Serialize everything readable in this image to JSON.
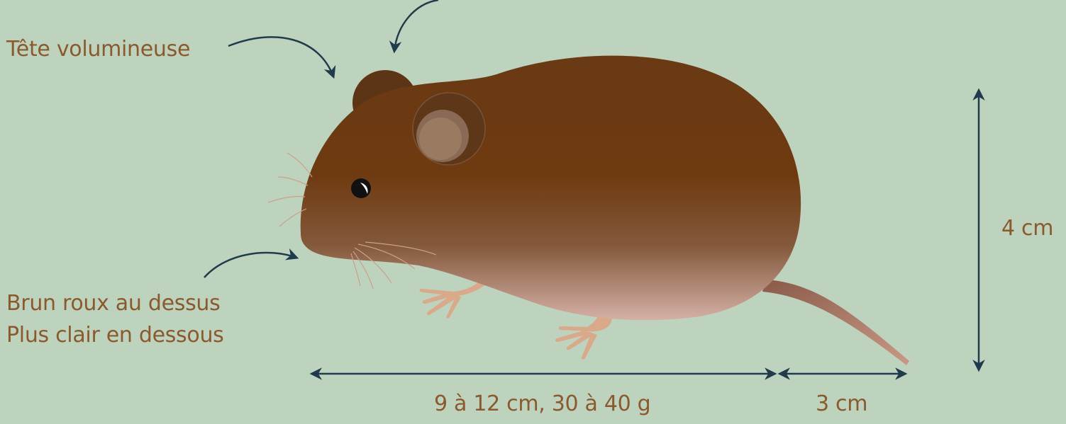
{
  "annotations": {
    "head": "Tête volumineuse",
    "fur_top": "Brun roux au dessus",
    "fur_bottom": "Plus clair en dessous"
  },
  "measurements": {
    "height": "4 cm",
    "body": "9 à 12 cm,  30 à 40 g",
    "tail": "3 cm"
  },
  "colors": {
    "background": "#bed3bd",
    "fur_dark": "#6b3812",
    "fur_belly": "#cfaaa0",
    "arrow": "#1f3b4d",
    "text": "#8a5a2e",
    "feet": "#d9a98a"
  }
}
